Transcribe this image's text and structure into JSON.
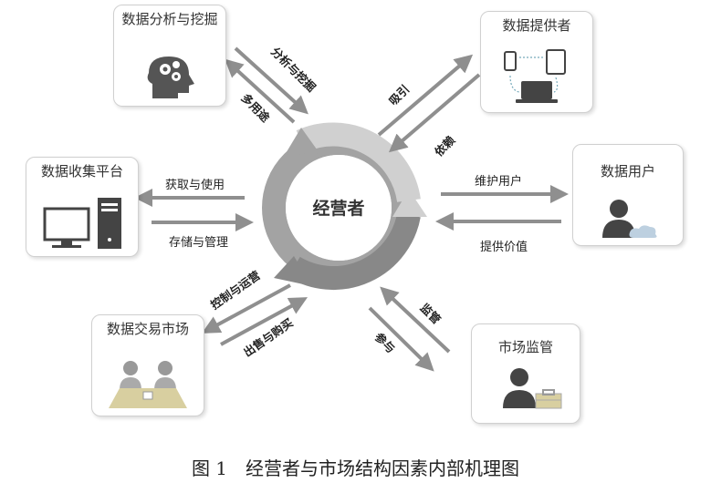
{
  "center": {
    "label": "经营者"
  },
  "nodes": {
    "analysis": {
      "title": "数据分析与挖掘",
      "icon": "head-gears-icon"
    },
    "provider": {
      "title": "数据提供者",
      "icon": "devices-icon"
    },
    "collection": {
      "title": "数据收集平台",
      "icon": "desktop-computer-icon"
    },
    "users": {
      "title": "数据用户",
      "icon": "user-cloud-icon"
    },
    "market": {
      "title": "数据交易市场",
      "icon": "negotiation-icon"
    },
    "supervision": {
      "title": "市场监管",
      "icon": "supervisor-toolbox-icon"
    }
  },
  "edges": {
    "analysis_out": "分析与挖掘",
    "analysis_in": "多用途",
    "provider_in": "吸引",
    "provider_out": "依赖",
    "users_out": "维护用户",
    "users_in": "提供价值",
    "collection_in": "获取与使用",
    "collection_out": "存储与管理",
    "market_in": "控制与运营",
    "market_out": "出售与购买",
    "supervision_in": "监管",
    "supervision_out": "参与"
  },
  "caption": "图 1　经营者与市场结构因素内部机理图",
  "colors": {
    "ring_light": "#d0d0d0",
    "ring_mid": "#a3a3a3",
    "ring_dark": "#888888",
    "arrow": "#8f8f8f"
  }
}
